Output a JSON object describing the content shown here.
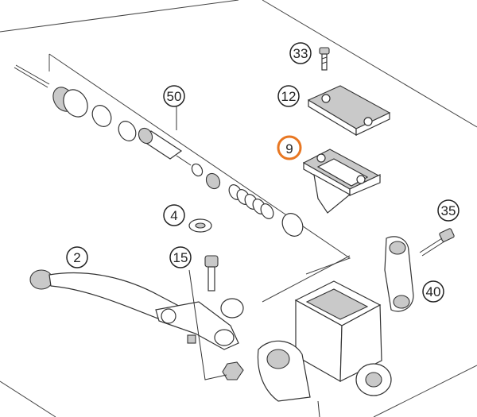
{
  "callouts": [
    {
      "id": "c33",
      "label": "33"
    },
    {
      "id": "c12",
      "label": "12"
    },
    {
      "id": "c50",
      "label": "50"
    },
    {
      "id": "c9",
      "label": "9",
      "highlighted": true
    },
    {
      "id": "c35",
      "label": "35"
    },
    {
      "id": "c4",
      "label": "4"
    },
    {
      "id": "c2",
      "label": "2"
    },
    {
      "id": "c15",
      "label": "15"
    },
    {
      "id": "c40",
      "label": "40"
    }
  ],
  "colors": {
    "highlight": "#e87722",
    "line": "#333333",
    "part_shade": "#c9c9c9",
    "background": "#ffffff"
  }
}
